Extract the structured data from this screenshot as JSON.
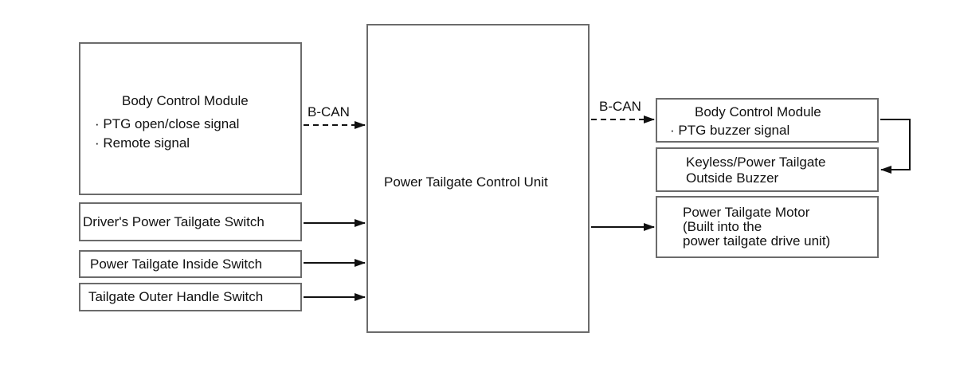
{
  "diagram": {
    "control_unit": {
      "label": "Power Tailgate Control Unit"
    },
    "inputs": {
      "bcm": {
        "title": "Body Control Module",
        "items": [
          "· PTG open/close signal",
          "· Remote signal"
        ],
        "link": "B-CAN"
      },
      "drivers_switch": "Driver's Power Tailgate Switch",
      "inside_switch": "Power Tailgate Inside Switch",
      "outer_handle_switch": "Tailgate Outer Handle Switch"
    },
    "outputs": {
      "link": "B-CAN",
      "bcm": {
        "title": "Body Control Module",
        "items": [
          "· PTG buzzer signal"
        ]
      },
      "buzzer": {
        "lines": [
          "Keyless/Power Tailgate",
          "Outside Buzzer"
        ]
      },
      "motor": {
        "lines": [
          "Power Tailgate Motor",
          "(Built into the",
          "power tailgate drive unit)"
        ]
      }
    },
    "colors": {
      "line": "#111111",
      "border": "#6b6b6b"
    }
  }
}
